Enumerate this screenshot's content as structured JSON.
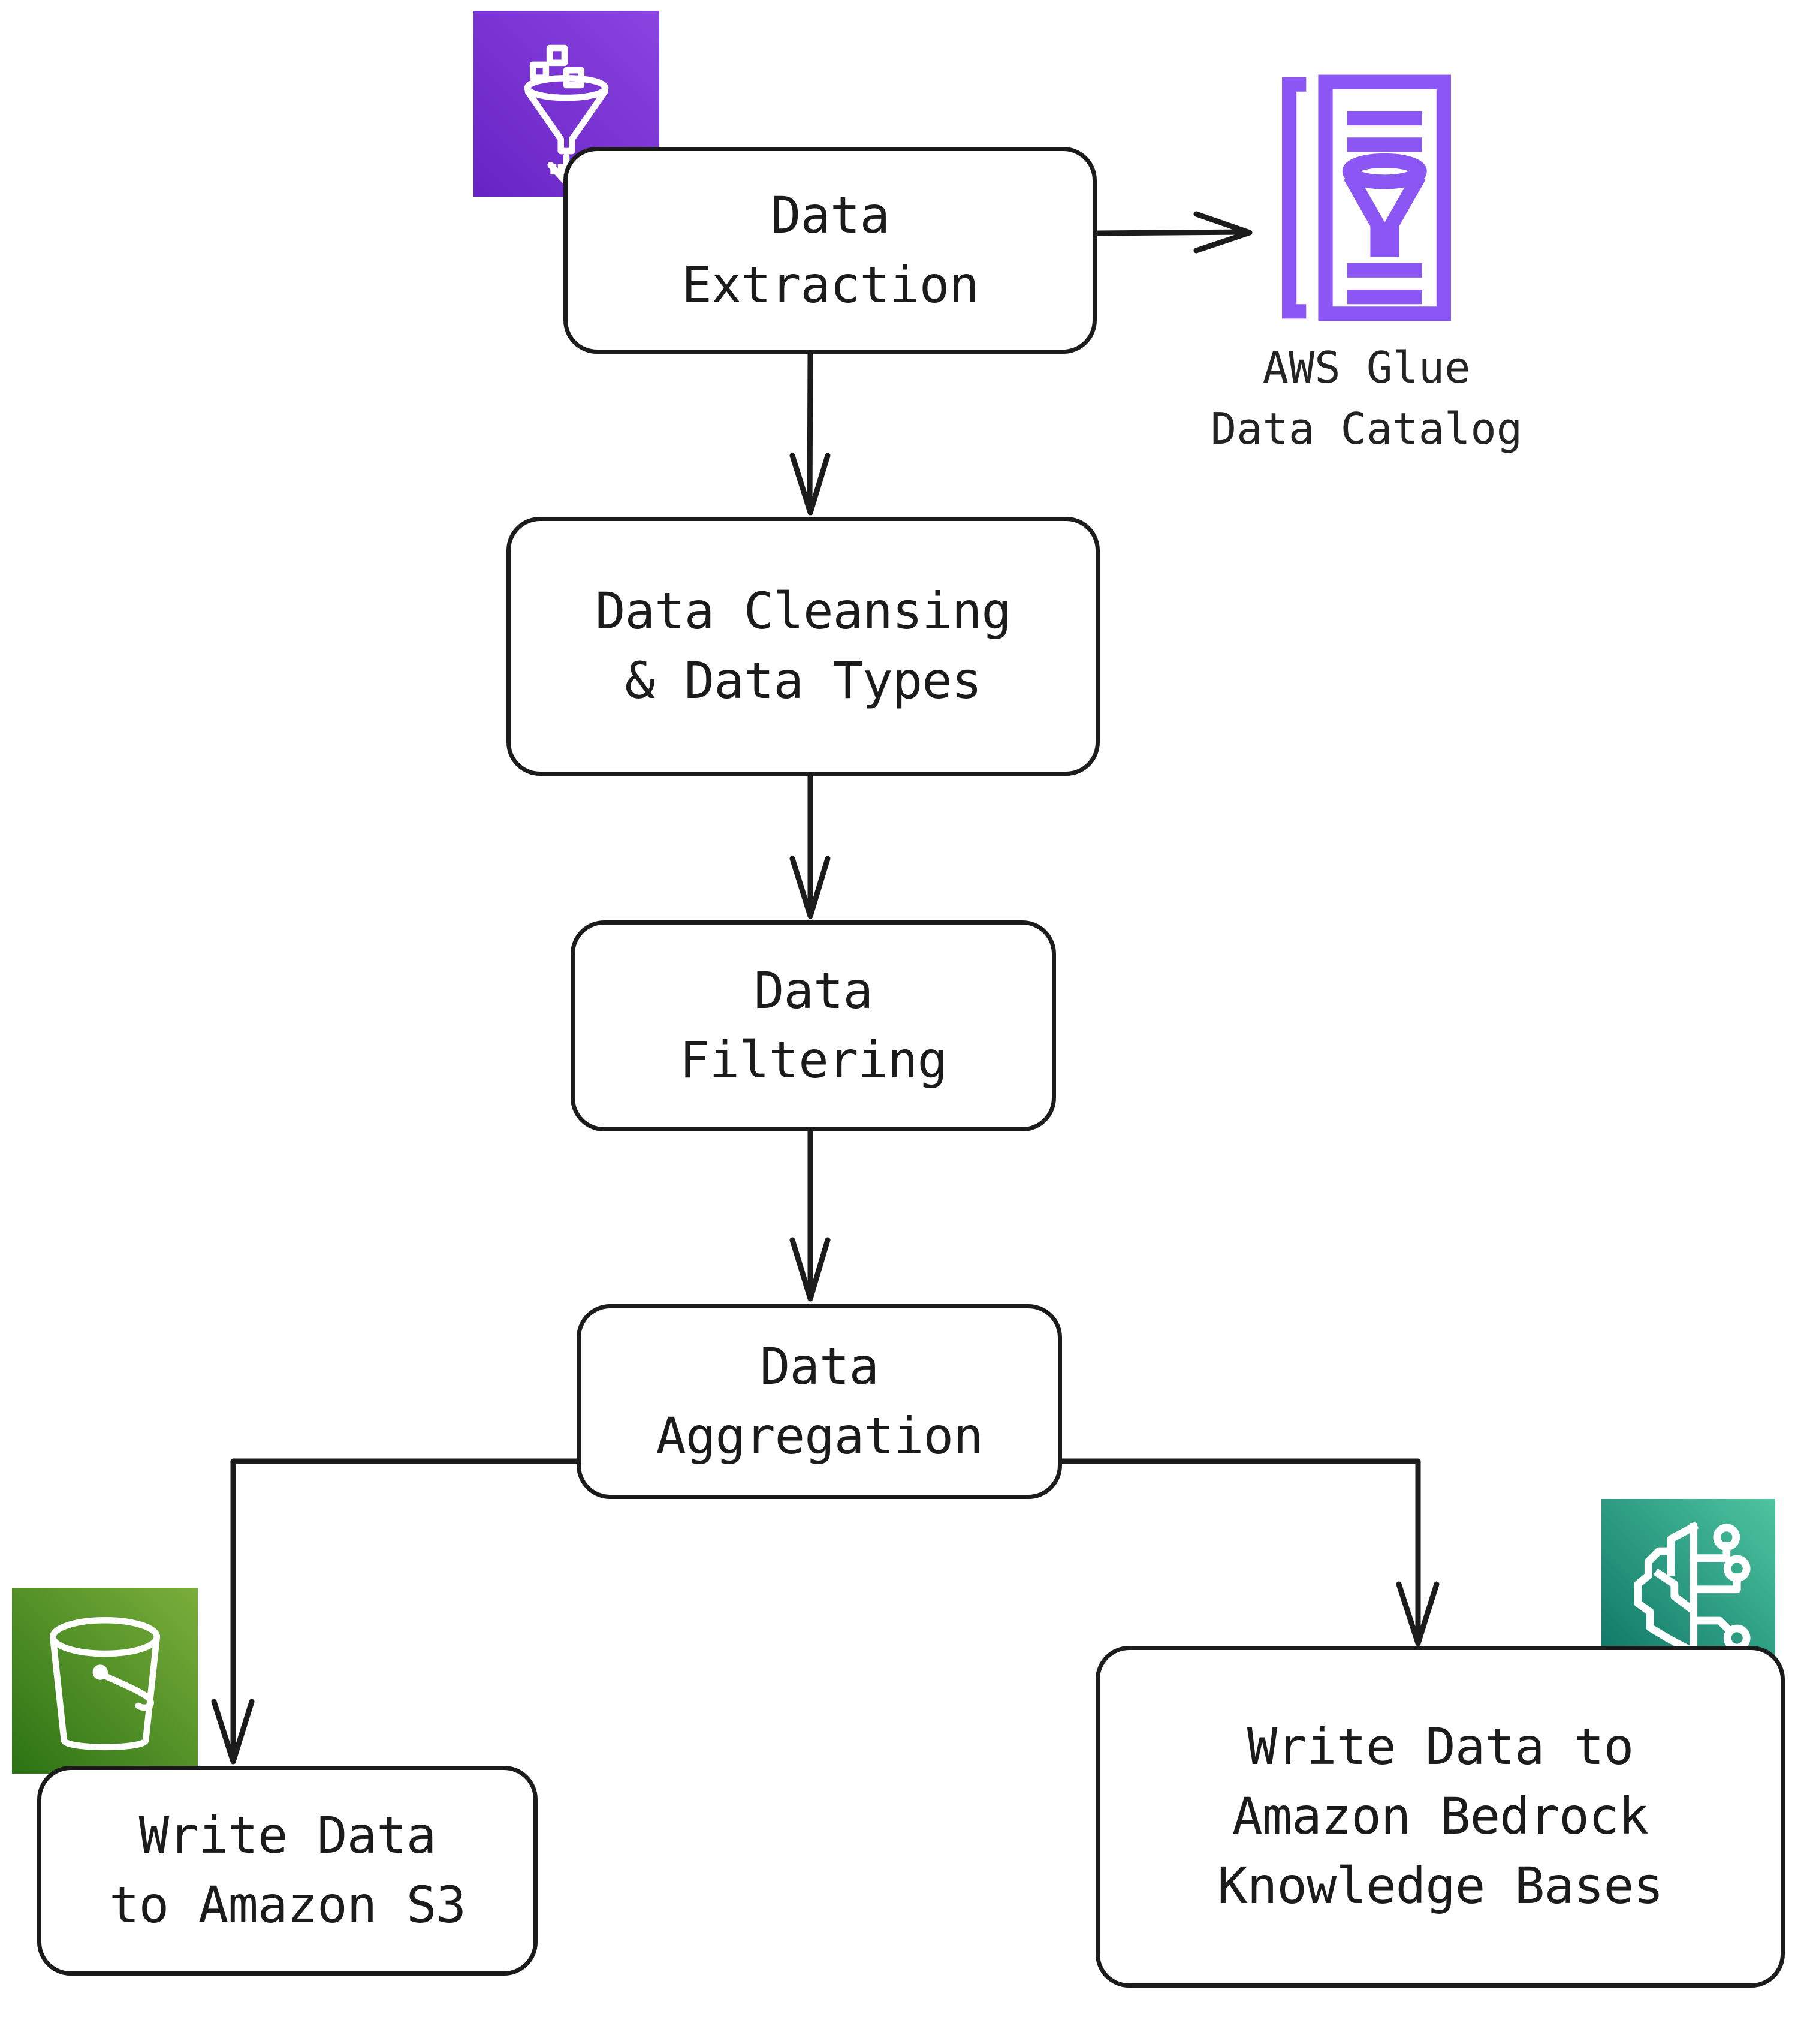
{
  "diagram": {
    "title_present": false,
    "background": "#ffffff",
    "stroke_color": "#1b1b1b",
    "nodes": [
      {
        "id": "data-extraction",
        "label": "Data\nExtraction"
      },
      {
        "id": "data-cleansing",
        "label": "Data Cleansing\n& Data Types"
      },
      {
        "id": "data-filtering",
        "label": "Data\nFiltering"
      },
      {
        "id": "data-aggregation",
        "label": "Data\nAggregation"
      },
      {
        "id": "write-s3",
        "label": "Write Data\nto Amazon S3"
      },
      {
        "id": "write-bedrock",
        "label": "Write Data to\nAmazon Bedrock\nKnowledge Bases"
      }
    ],
    "service_icons": [
      {
        "id": "glue-databrew-icon",
        "name": "funnel-data-icon",
        "caption": "",
        "color_start": "#8B44E0",
        "color_end": "#6823C5"
      },
      {
        "id": "glue-data-catalog-icon",
        "name": "glue-data-catalog-icon",
        "caption": "AWS Glue\nData Catalog",
        "color_start": "#8C56F5",
        "color_end": "#8C56F5"
      },
      {
        "id": "s3-icon",
        "name": "s3-bucket-icon",
        "caption": "",
        "color_start": "#7AAE3B",
        "color_end": "#2C7314"
      },
      {
        "id": "bedrock-icon",
        "name": "bedrock-brain-icon",
        "caption": "",
        "color_start": "#4DC4A0",
        "color_end": "#0D7464"
      }
    ],
    "edges": [
      {
        "from": "data-extraction",
        "to": "glue-data-catalog-icon",
        "style": "arrow-right"
      },
      {
        "from": "data-extraction",
        "to": "data-cleansing",
        "style": "arrow-down"
      },
      {
        "from": "data-cleansing",
        "to": "data-filtering",
        "style": "arrow-down"
      },
      {
        "from": "data-filtering",
        "to": "data-aggregation",
        "style": "arrow-down"
      },
      {
        "from": "data-aggregation",
        "to": "write-s3",
        "style": "elbow-left-down"
      },
      {
        "from": "data-aggregation",
        "to": "write-bedrock",
        "style": "elbow-right-down"
      }
    ]
  }
}
